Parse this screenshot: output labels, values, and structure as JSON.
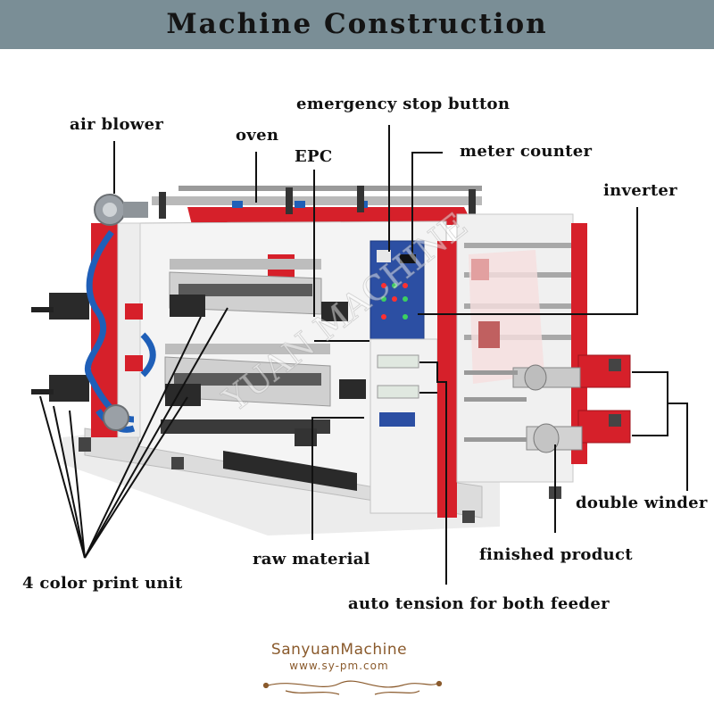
{
  "header": {
    "title": "Machine Construction"
  },
  "labels": {
    "air_blower": "air blower",
    "oven": "oven",
    "emergency_stop_button": "emergency stop button",
    "epc": "EPC",
    "meter_counter": "meter counter",
    "inverter": "inverter",
    "double_winder": "double winder",
    "finished_product": "finished product",
    "raw_material": "raw material",
    "four_color_print_unit": "4 color print unit",
    "auto_tension": "auto tension for both feeder"
  },
  "watermark": "YUAN MACHINE",
  "brand": {
    "name": "SanyuanMachine",
    "url": "www.sy-pm.com"
  },
  "colors": {
    "header_bg": "#7a8e96",
    "accent_red": "#d6202a",
    "frame_white": "#f2f2f2",
    "brand_brown": "#8a5a2c",
    "roller_blue": "#1f5fb8"
  }
}
